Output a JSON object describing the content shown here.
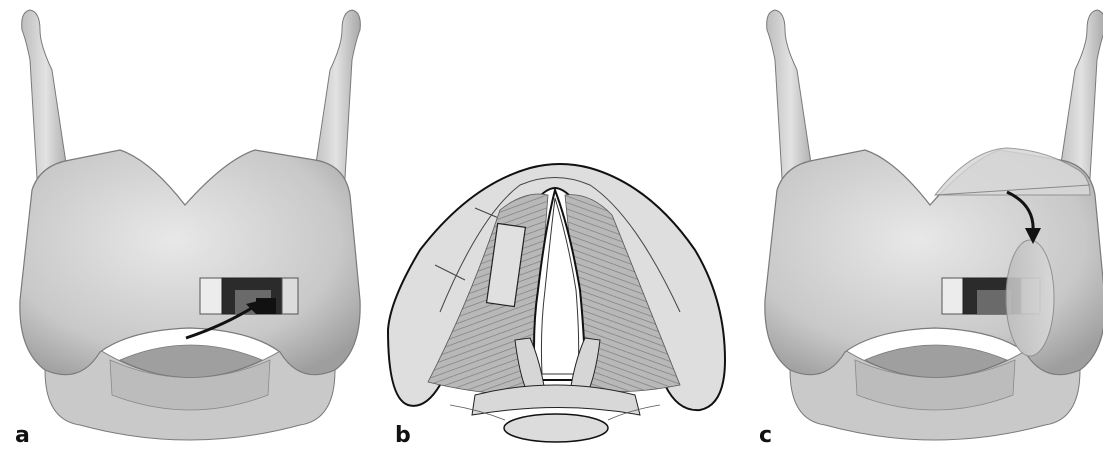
{
  "figure": {
    "panels": [
      {
        "id": "a",
        "label": "a",
        "content": "thyroid-cartilage-window-arrow"
      },
      {
        "id": "b",
        "label": "b",
        "content": "larynx-cross-section"
      },
      {
        "id": "c",
        "label": "c",
        "content": "thyroid-cartilage-window-flap"
      }
    ]
  },
  "colors": {
    "cartilage_fill": "#cfcfcf",
    "cartilage_shade": "#a9a9a9",
    "outline": "#6e6e6e",
    "window_dark": "#222222",
    "arrow": "#111111",
    "muscle": "#9a9a9a",
    "section_fill": "#e4e4e4"
  }
}
